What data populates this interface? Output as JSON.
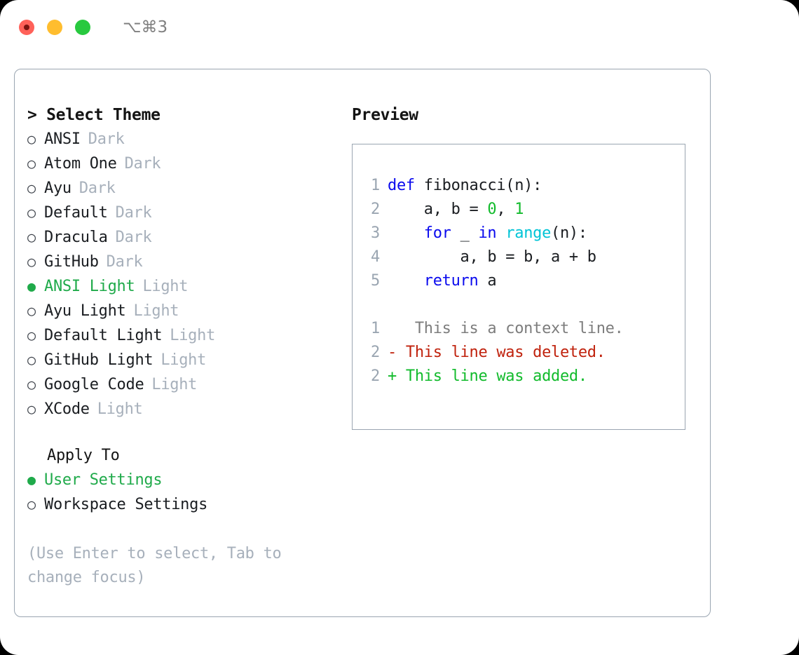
{
  "titlebar": {
    "shortcut": "⌥⌘3",
    "lights": [
      "close",
      "minimize",
      "zoom"
    ]
  },
  "theme_panel": {
    "header": "> Select Theme",
    "bullet_selected": "●",
    "bullet_unselected": "○",
    "items": [
      {
        "name": "ANSI",
        "kind": "Dark",
        "selected": false
      },
      {
        "name": "Atom One",
        "kind": "Dark",
        "selected": false
      },
      {
        "name": "Ayu",
        "kind": "Dark",
        "selected": false
      },
      {
        "name": "Default",
        "kind": "Dark",
        "selected": false
      },
      {
        "name": "Dracula",
        "kind": "Dark",
        "selected": false
      },
      {
        "name": "GitHub",
        "kind": "Dark",
        "selected": false
      },
      {
        "name": "ANSI Light",
        "kind": "Light",
        "selected": true
      },
      {
        "name": "Ayu Light",
        "kind": "Light",
        "selected": false
      },
      {
        "name": "Default Light",
        "kind": "Light",
        "selected": false
      },
      {
        "name": "GitHub Light",
        "kind": "Light",
        "selected": false
      },
      {
        "name": "Google Code",
        "kind": "Light",
        "selected": false
      },
      {
        "name": "XCode",
        "kind": "Light",
        "selected": false
      }
    ]
  },
  "apply_to": {
    "title": "Apply To",
    "options": [
      {
        "label": "User Settings",
        "selected": true
      },
      {
        "label": "Workspace Settings",
        "selected": false
      }
    ]
  },
  "hint": "(Use Enter to select, Tab to change focus)",
  "preview": {
    "title": "Preview",
    "code_lines": [
      {
        "number": "1",
        "tokens": [
          {
            "text": "def ",
            "type": "kw"
          },
          {
            "text": "fibonacci(n):",
            "type": "plain"
          }
        ]
      },
      {
        "number": "2",
        "tokens": [
          {
            "text": "    a, b = ",
            "type": "plain"
          },
          {
            "text": "0",
            "type": "num"
          },
          {
            "text": ", ",
            "type": "plain"
          },
          {
            "text": "1",
            "type": "num"
          }
        ]
      },
      {
        "number": "3",
        "tokens": [
          {
            "text": "    ",
            "type": "plain"
          },
          {
            "text": "for",
            "type": "kw"
          },
          {
            "text": " _ ",
            "type": "plain"
          },
          {
            "text": "in",
            "type": "kw"
          },
          {
            "text": " ",
            "type": "plain"
          },
          {
            "text": "range",
            "type": "fn"
          },
          {
            "text": "(n):",
            "type": "plain"
          }
        ]
      },
      {
        "number": "4",
        "tokens": [
          {
            "text": "        a, b = b, a + b",
            "type": "plain"
          }
        ]
      },
      {
        "number": "5",
        "tokens": [
          {
            "text": "    ",
            "type": "plain"
          },
          {
            "text": "return",
            "type": "kw"
          },
          {
            "text": " a",
            "type": "plain"
          }
        ]
      }
    ],
    "diff_lines": [
      {
        "number": "1",
        "marker": " ",
        "text": "  This is a context line.",
        "type": "ctx"
      },
      {
        "number": "2",
        "marker": "-",
        "text": " This line was deleted.",
        "type": "del"
      },
      {
        "number": "2",
        "marker": "+",
        "text": " This line was added.",
        "type": "add"
      }
    ]
  },
  "colors": {
    "accent_green": "#1faa4a",
    "muted": "#a7b0bb",
    "border": "#9aa5b1",
    "keyword_blue": "#0a0aee",
    "function_cyan": "#00c4d6",
    "number_green": "#12bb2c",
    "diff_del_red": "#c0220d",
    "diff_add_green": "#12bb2c",
    "light_red": "#ff6159",
    "light_yellow": "#ffbd2e",
    "light_green": "#28c93f"
  }
}
